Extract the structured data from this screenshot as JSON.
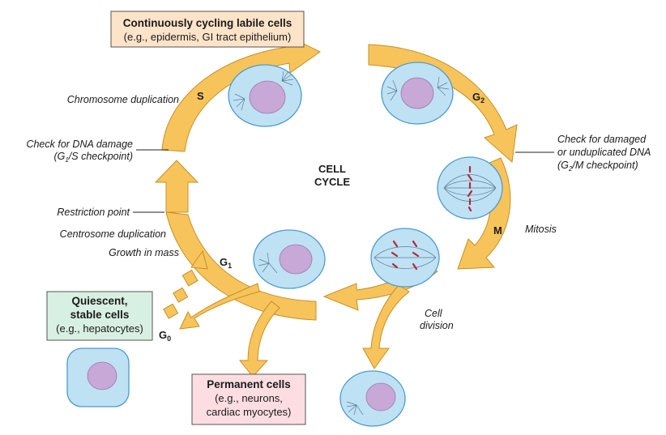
{
  "center_label": {
    "line1": "CELL",
    "line2": "CYCLE"
  },
  "phases": {
    "s": "S",
    "g2_main": "G",
    "g2_sub": "2",
    "m": "M",
    "g1_main": "G",
    "g1_sub": "1",
    "g0_main": "G",
    "g0_sub": "0"
  },
  "annotations": {
    "chromosome_duplication": "Chromosome duplication",
    "g1s_line1": "Check for DNA damage",
    "g1s_line2_a": "(G",
    "g1s_line2_sub": "1",
    "g1s_line2_b": "/S checkpoint)",
    "g2m_line1": "Check for damaged",
    "g2m_line2": "or unduplicated DNA",
    "g2m_line3_a": "(G",
    "g2m_line3_sub": "2",
    "g2m_line3_b": "/M checkpoint)",
    "restriction_point": "Restriction point",
    "centrosome_duplication": "Centrosome duplication",
    "growth_in_mass": "Growth in mass",
    "mitosis": "Mitosis",
    "cell_division_line1": "Cell",
    "cell_division_line2": "division"
  },
  "boxes": {
    "labile": {
      "title": "Continuously cycling labile cells",
      "subtitle": "(e.g., epidermis, GI tract epithelium)",
      "fill": "#fde3c8"
    },
    "quiescent": {
      "title_line1": "Quiescent,",
      "title_line2": "stable cells",
      "subtitle": "(e.g., hepatocytes)",
      "fill": "#d8f0e3"
    },
    "permanent": {
      "title": "Permanent cells",
      "subtitle_line1": "(e.g., neurons,",
      "subtitle_line2": "cardiac myocytes)",
      "fill": "#fbdde2"
    }
  },
  "colors": {
    "arrow": "#f7c45c",
    "cell_membrane": "#bfe1f4",
    "nucleus": "#c8a8d6",
    "chromosome": "#b4283a"
  }
}
